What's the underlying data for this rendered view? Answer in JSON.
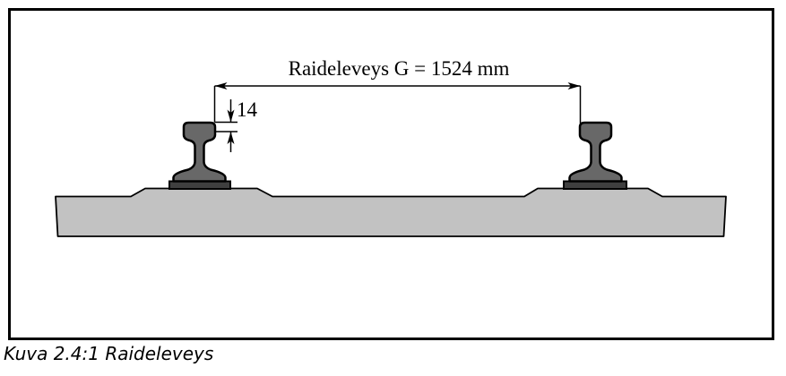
{
  "figure": {
    "caption": "Kuva 2.4:1 Raideleveys",
    "gauge_dimension_label": "Raideleveys G = 1524 mm",
    "head_offset_label": "14"
  },
  "colors": {
    "background": "#ffffff",
    "outline": "#000000",
    "rail_fill": "#686868",
    "baseplate_fill": "#3f3f3f",
    "sleeper_fill": "#c2c2c2"
  }
}
